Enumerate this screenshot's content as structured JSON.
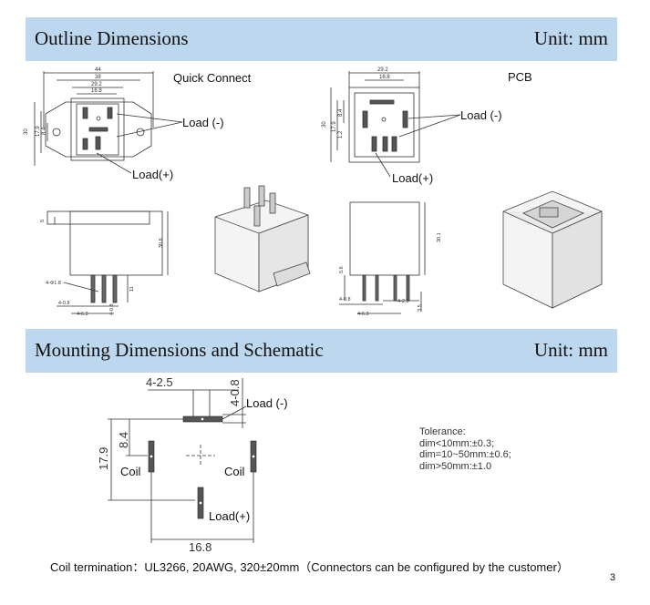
{
  "sections": {
    "outline": {
      "title": "Outline Dimensions",
      "unit": "Unit: mm"
    },
    "mounting": {
      "title": "Mounting Dimensions and Schematic",
      "unit": "Unit: mm"
    }
  },
  "views": {
    "quick_connect": {
      "label": "Quick Connect",
      "load_minus": "Load (-)",
      "load_plus": "Load(+)",
      "dims": {
        "w44": "44",
        "w38": "38",
        "w29": "29.2",
        "w16": "16.8",
        "h30": "30",
        "h17": "17.9",
        "h84": "8.4"
      },
      "side_dims": {
        "d5": "5",
        "d306": "30.6",
        "pins": "4-Φ1.8",
        "w08": "4-0.8",
        "w63": "4-6.3",
        "h11": "11",
        "h08": "4-0.8"
      }
    },
    "pcb": {
      "label": "PCB",
      "load_minus": "Load (-)",
      "load_plus": "Load(+)",
      "dims": {
        "w29": "29.2",
        "w16": "16.8",
        "h30": "30",
        "h17": "17.9",
        "h84": "8.4",
        "h12": "1.2"
      },
      "side_dims": {
        "d56": "5.6",
        "d301": "30.1",
        "w08": "4-0.8",
        "w63": "4-6.3",
        "w25": "4-2.5",
        "h35": "3.5"
      }
    }
  },
  "mounting": {
    "dim_top": "4-2.5",
    "dim_pin": "4-0.8",
    "dim_h179": "17.9",
    "dim_h84": "8.4",
    "dim_w168": "16.8",
    "load_minus": "Load (-)",
    "load_plus": "Load(+)",
    "coil_left": "Coil",
    "coil_right": "Coil"
  },
  "tolerance": "Tolerance:\ndim<10mm:±0.3;\ndim=10~50mm:±0.6;\ndim>50mm:±1.0",
  "footer": "Coil termination：UL3266, 20AWG, 320±20mm（Connectors can be configured by the customer）",
  "page_number": "3"
}
